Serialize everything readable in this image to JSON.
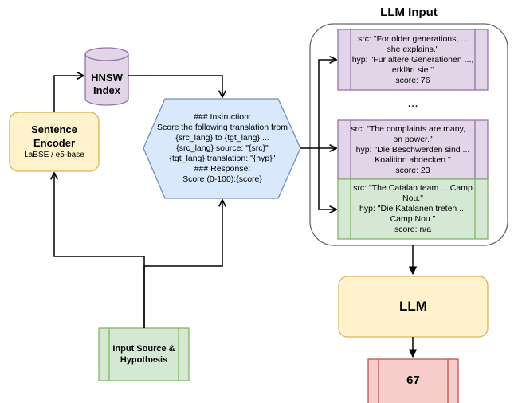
{
  "llm_input": {
    "title": "LLM Input",
    "examples": [
      {
        "src": "src: \"For older generations, ... she explains.\"",
        "hyp": "hyp: \"Für ältere Generationen ..., erklärt sie.\"",
        "score": "score: 76"
      },
      {
        "src": "src: \"The complaints are many, ... on power.\"",
        "hyp": "hyp: \"Die Beschwerden sind ... Koalition abdecken.\"",
        "score": "score: 23"
      },
      {
        "src": "src: \"The Catalan team ... Camp Nou.\"",
        "hyp": "hyp: \"Die Katalanen treten ... Camp Nou.\"",
        "score": "score: n/a"
      }
    ],
    "ellipsis": "..."
  },
  "encoder": {
    "title": "Sentence Encoder",
    "subtitle": "LaBSE / e5-base"
  },
  "index": {
    "label": "HNSW Index"
  },
  "prompt": {
    "lines": [
      "### Instruction:",
      "Score the following translation from",
      "{src_lang} to {tgt_lang} ...",
      "{src_lang} source: \"{src}\"",
      "{tgt_lang} translation: \"{hyp}\"",
      "### Response:",
      "Score (0-100):{score}"
    ]
  },
  "input": {
    "label": "Input Source & Hypothesis"
  },
  "llm": {
    "label": "LLM"
  },
  "output": {
    "value": "67"
  },
  "colors": {
    "yellow_fill": "#fff2cc",
    "yellow_stroke": "#d6b656",
    "purple_fill": "#e1d5e7",
    "purple_stroke": "#9673a6",
    "blue_fill": "#dae8fc",
    "blue_stroke": "#6c8ebf",
    "green_fill": "#d5e8d4",
    "green_stroke": "#82b366",
    "red_fill": "#f8cecc",
    "red_stroke": "#b85450"
  }
}
